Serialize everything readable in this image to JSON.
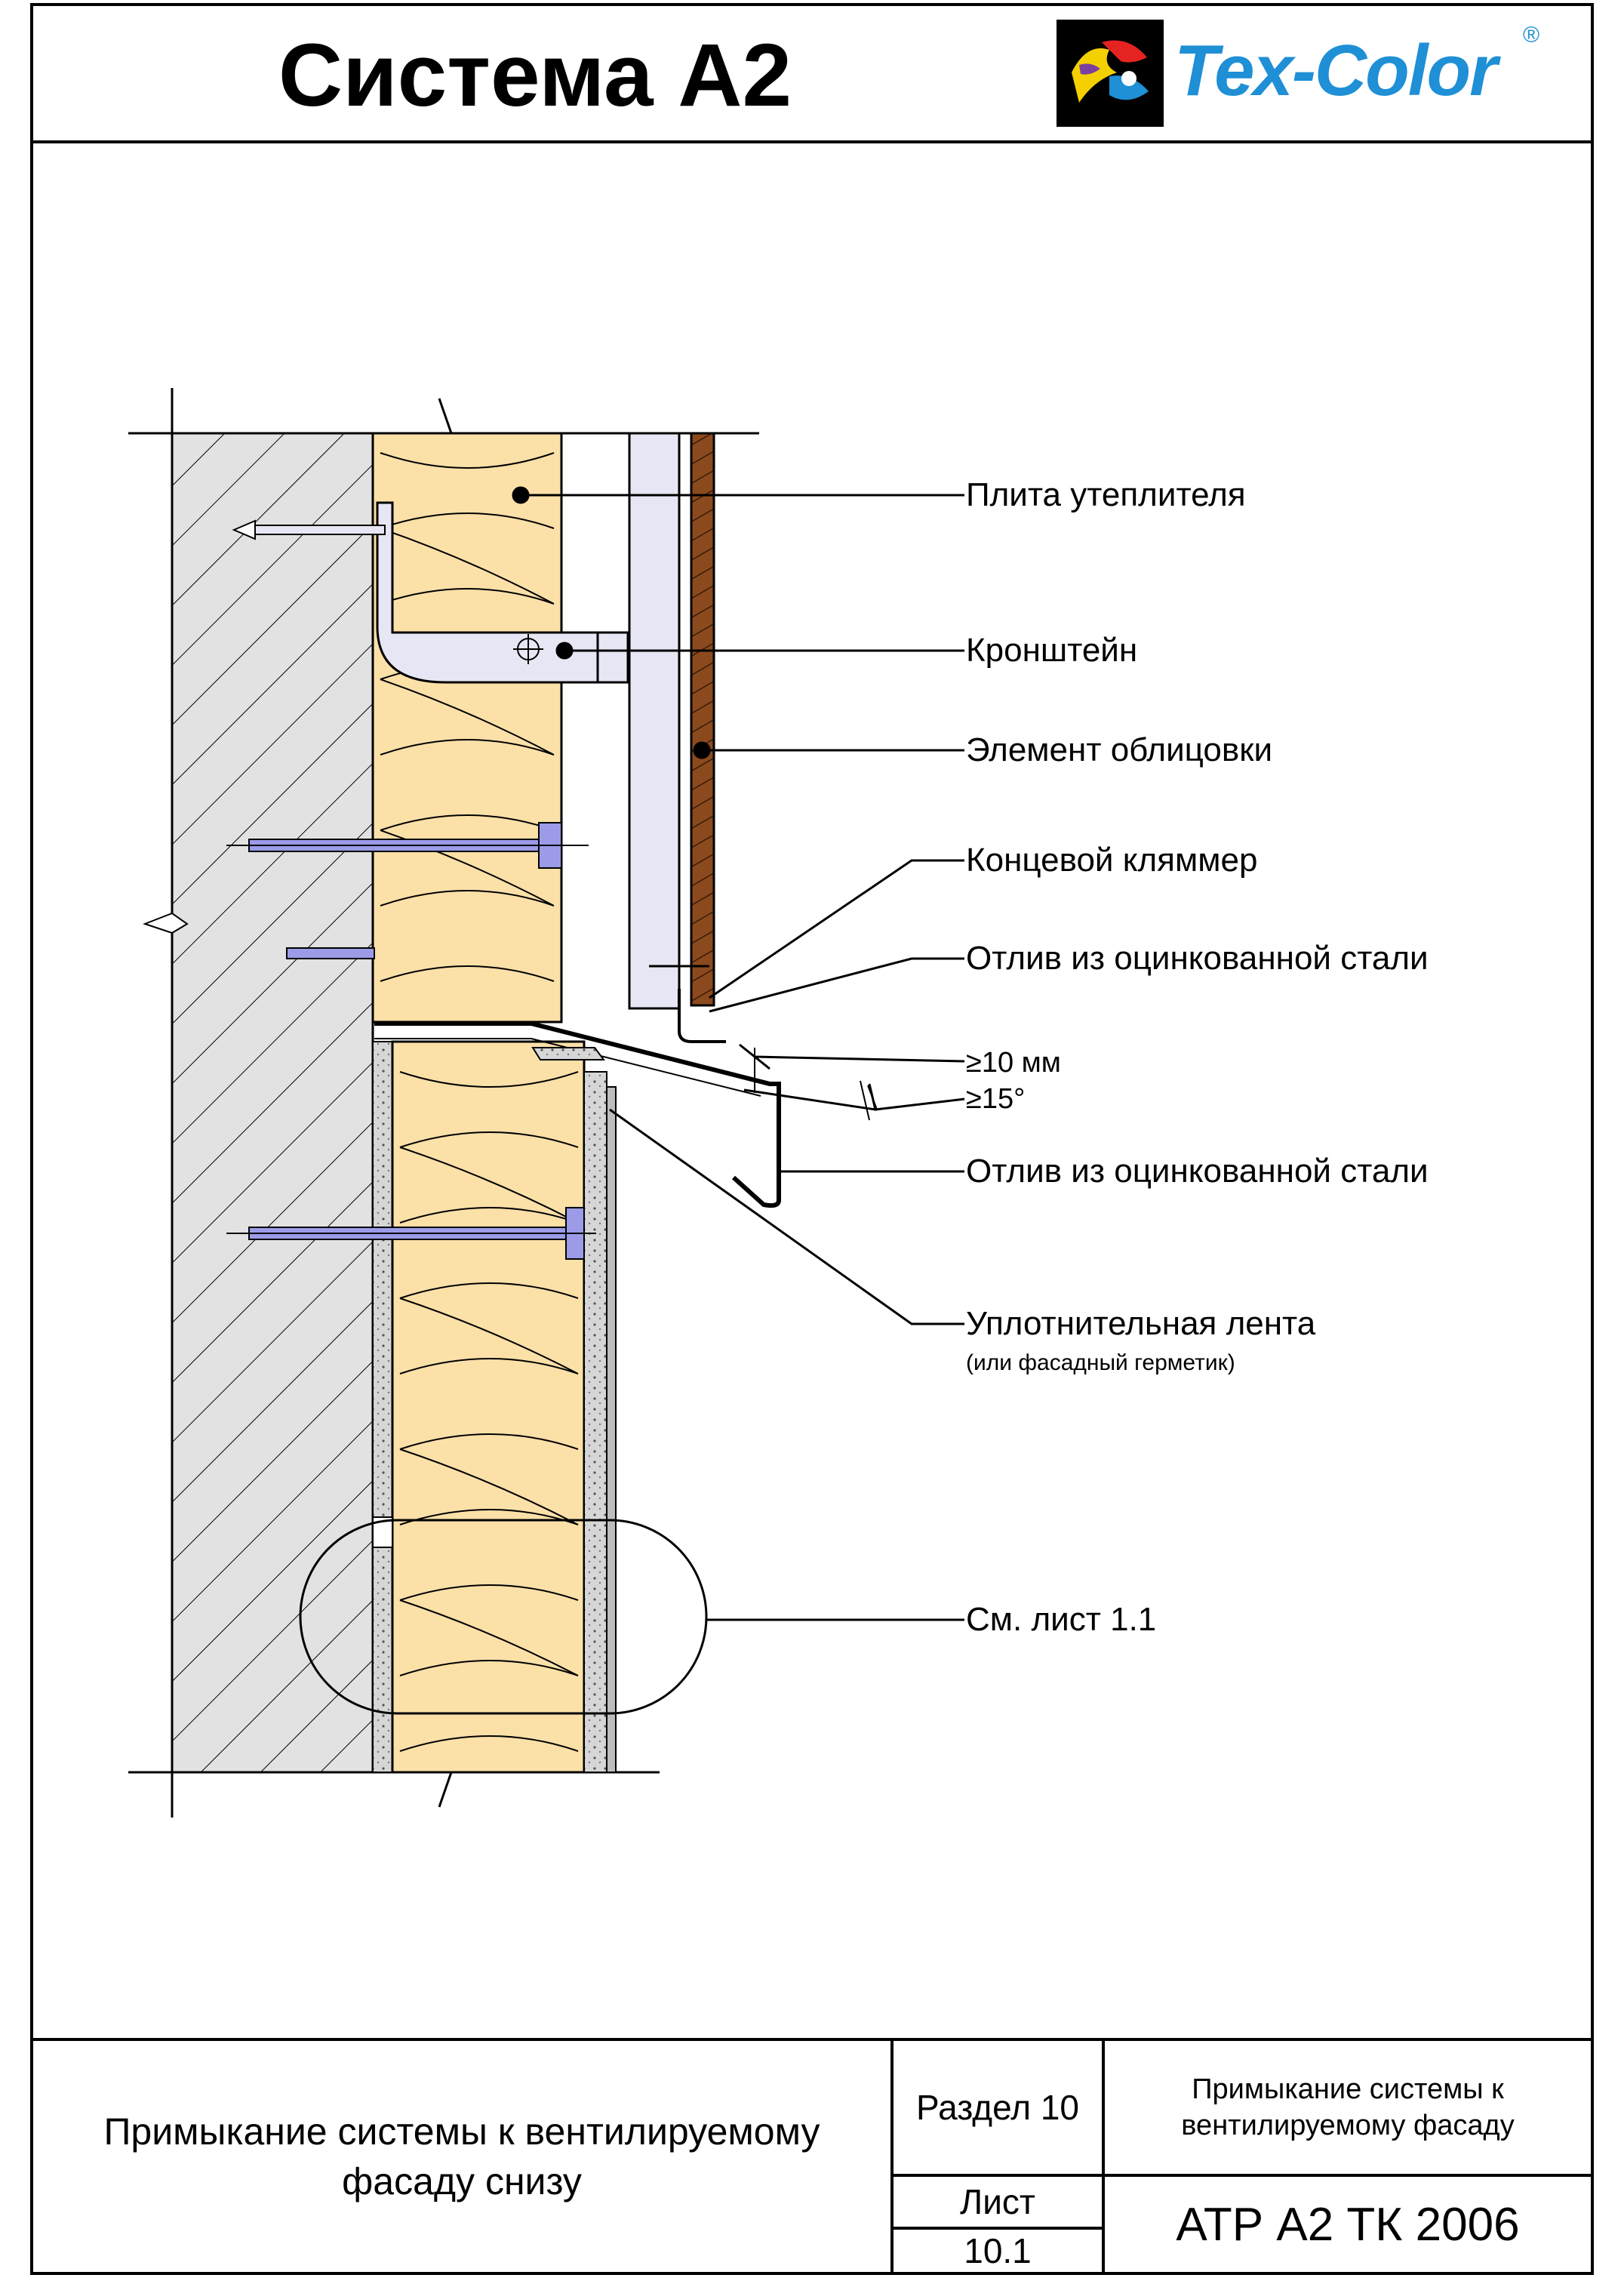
{
  "header": {
    "title": "Система А2",
    "brand": "Tex-Color",
    "brand_mark": "®"
  },
  "colors": {
    "insulation": "#fbe0a8",
    "bracket": "#e6e6f4",
    "facing": "#8b4a1e",
    "dowel": "#9b9be8",
    "masonry": "#e2e2e2",
    "brand_blue": "#1f8fd6"
  },
  "callouts": [
    {
      "text": "Плита утеплителя"
    },
    {
      "text": "Кронштейн"
    },
    {
      "text": "Элемент облицовки"
    },
    {
      "text": "Концевой кляммер"
    },
    {
      "text": "Отлив из оцинкованной стали"
    },
    {
      "text": "≥10 мм"
    },
    {
      "text": "≥15°"
    },
    {
      "text": "Отлив из оцинкованной стали"
    },
    {
      "text": "Уплотнительная лента"
    },
    {
      "text": "(или фасадный герметик)"
    },
    {
      "text": "См. лист 1.1"
    }
  ],
  "footer": {
    "description": "Примыкание системы к вентилируемому фасаду снизу",
    "section": "Раздел 10",
    "reference": "Примыкание системы к вентилируемому фасаду",
    "sheet_label": "Лист",
    "sheet_number": "10.1",
    "code": "АТР А2 ТК 2006"
  }
}
